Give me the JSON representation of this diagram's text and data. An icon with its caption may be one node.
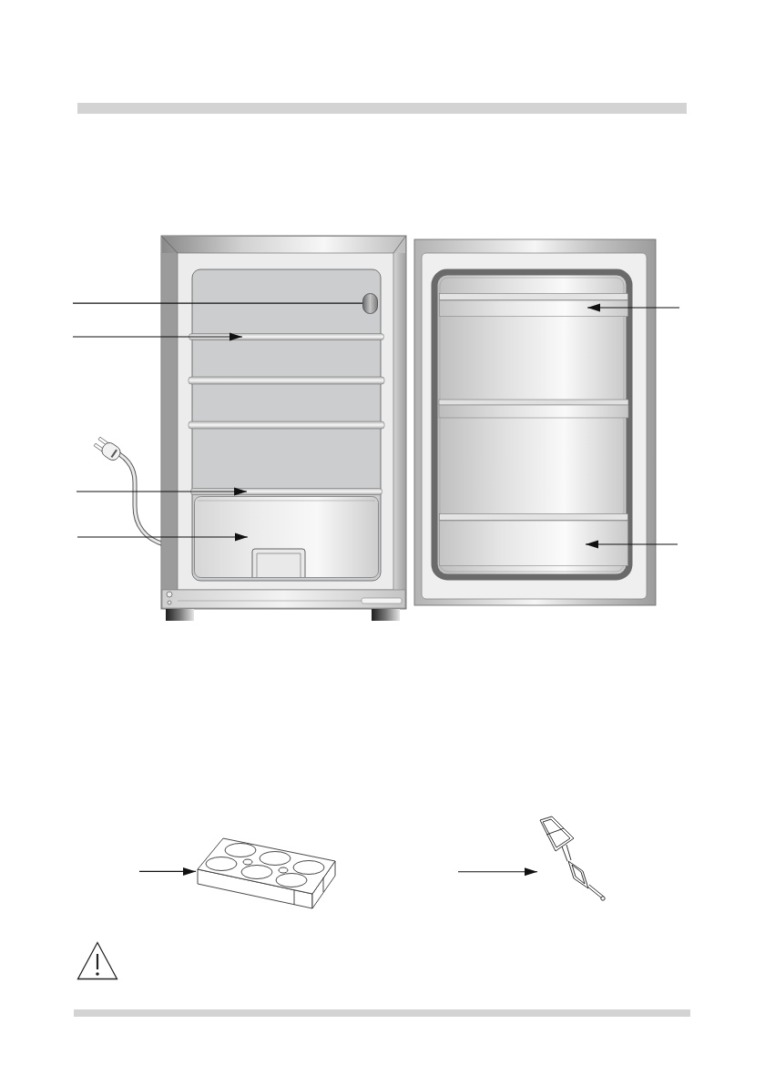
{
  "diagram": {
    "nodes": [
      {
        "text": [],
        "shape": "box"
      },
      {
        "text": [],
        "shape": "bar"
      },
      {
        "text": [],
        "shape": "bar"
      },
      {
        "text": [],
        "shape": "box"
      },
      {
        "text": [],
        "shape": "bar"
      },
      {
        "text": [],
        "shape": "bar"
      },
      {
        "text": [],
        "shape": "picture"
      },
      {
        "text": [],
        "shape": "picture"
      }
    ],
    "edges": [
      {
        "from": null,
        "to": 0,
        "arrow": "none"
      },
      {
        "from": null,
        "to": 1,
        "arrow": "to"
      },
      {
        "from": null,
        "to": 2,
        "arrow": "to"
      },
      {
        "from": null,
        "to": 3,
        "arrow": "to"
      },
      {
        "from": null,
        "to": 4,
        "arrow": "to"
      },
      {
        "from": null,
        "to": 5,
        "arrow": "to"
      },
      {
        "from": null,
        "to": 6,
        "arrow": "to"
      },
      {
        "from": null,
        "to": 7,
        "arrow": "to"
      }
    ]
  }
}
